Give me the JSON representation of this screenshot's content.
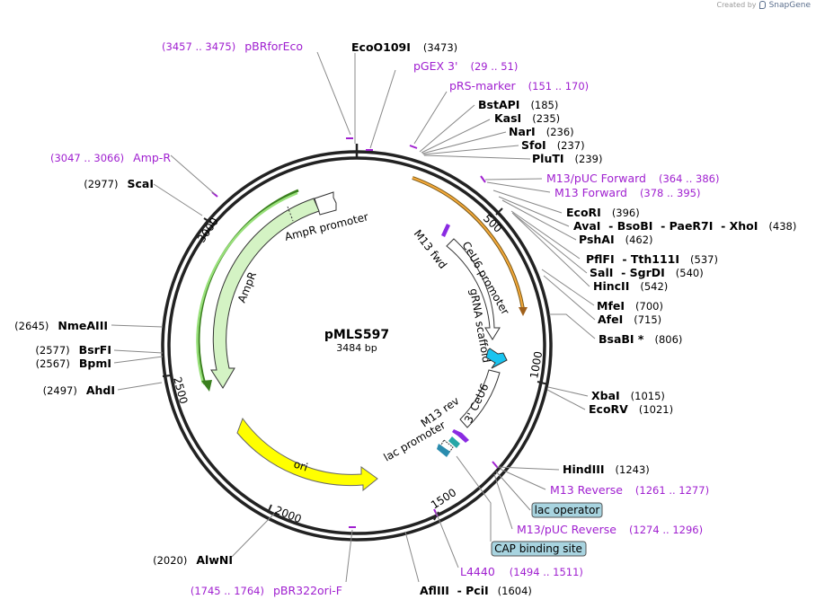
{
  "credit": {
    "created_by": "Created by",
    "brand": "SnapGene"
  },
  "plasmid": {
    "name": "pMLS597",
    "size_label": "3484 bp"
  },
  "ticks": [
    {
      "label": "500"
    },
    {
      "label": "1000"
    },
    {
      "label": "1500"
    },
    {
      "label": "2000"
    },
    {
      "label": "2500"
    },
    {
      "label": "3000"
    }
  ],
  "enzymes": [
    {
      "name": "EcoO109I",
      "pos": "(3473)"
    },
    {
      "name": "BstAPI",
      "pos": "(185)"
    },
    {
      "name": "KasI",
      "pos": "(235)"
    },
    {
      "name": "NarI",
      "pos": "(236)"
    },
    {
      "name": "SfoI",
      "pos": "(237)"
    },
    {
      "name": "PluTI",
      "pos": "(239)"
    },
    {
      "name": "EcoRI",
      "pos": "(396)"
    },
    {
      "name": "AvaI  - BsoBI  - PaeR7I  - XhoI",
      "pos": "(438)"
    },
    {
      "name": "PshAI",
      "pos": "(462)"
    },
    {
      "name": "PflFI  - Tth111I",
      "pos": "(537)"
    },
    {
      "name": "SalI  - SgrDI",
      "pos": "(540)"
    },
    {
      "name": "HincII",
      "pos": "(542)"
    },
    {
      "name": "MfeI",
      "pos": "(700)"
    },
    {
      "name": "AfeI",
      "pos": "(715)"
    },
    {
      "name": "BsaBI *",
      "pos": "(806)"
    },
    {
      "name": "XbaI",
      "pos": "(1015)"
    },
    {
      "name": "EcoRV",
      "pos": "(1021)"
    },
    {
      "name": "HindIII",
      "pos": "(1243)"
    },
    {
      "name": "AflIII  - PciI",
      "pos": "(1604)"
    },
    {
      "name": "AlwNI",
      "pos": "(2020)"
    },
    {
      "name": "AhdI",
      "pos": "(2497)"
    },
    {
      "name": "BpmI",
      "pos": "(2567)"
    },
    {
      "name": "BsrFI",
      "pos": "(2577)"
    },
    {
      "name": "NmeAIII",
      "pos": "(2645)"
    },
    {
      "name": "ScaI",
      "pos": "(2977)"
    }
  ],
  "primers": [
    {
      "name": "pBRforEco",
      "range": "(3457 .. 3475)"
    },
    {
      "name": "pGEX 3'",
      "range": "(29 .. 51)"
    },
    {
      "name": "pRS-marker",
      "range": "(151 .. 170)"
    },
    {
      "name": "M13/pUC Forward",
      "range": "(364 .. 386)"
    },
    {
      "name": "M13 Forward",
      "range": "(378 .. 395)"
    },
    {
      "name": "M13 Reverse",
      "range": "(1261 .. 1277)"
    },
    {
      "name": "M13/pUC Reverse",
      "range": "(1274 .. 1296)"
    },
    {
      "name": "L4440",
      "range": "(1494 .. 1511)"
    },
    {
      "name": "pBR322ori-F",
      "range": "(1745 .. 1764)"
    },
    {
      "name": "Amp-R",
      "range": "(3047 .. 3066)"
    }
  ],
  "boxed_features": [
    {
      "label": "lac operator"
    },
    {
      "label": "CAP binding site"
    }
  ],
  "features": [
    {
      "label": "AmpR promoter"
    },
    {
      "label": "AmpR"
    },
    {
      "label": "ori"
    },
    {
      "label": "M13 fwd"
    },
    {
      "label": "CeU6 promoter"
    },
    {
      "label": "gRNA scaffold"
    },
    {
      "label": "3' CeU6"
    },
    {
      "label": "M13 rev"
    },
    {
      "label": "lac promoter"
    }
  ]
}
